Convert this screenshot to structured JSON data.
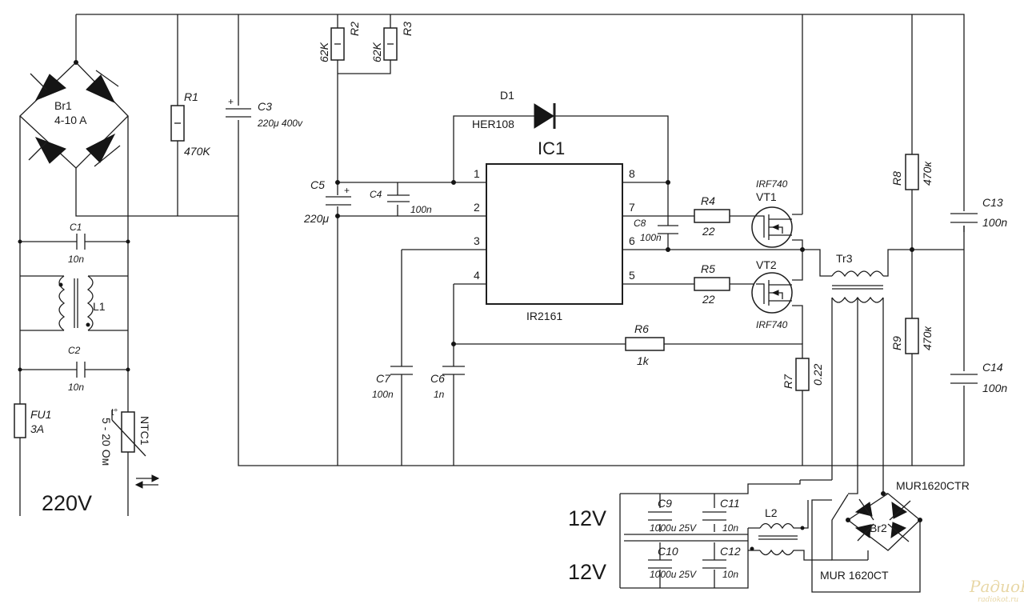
{
  "labels": {
    "br1": "Br1",
    "br1_rating": "4-10 A",
    "r1": "R1",
    "r1_value": "470K",
    "c3": "C3",
    "c3_value": "220μ 400v",
    "r2": "R2",
    "r2_value": "62K",
    "r3": "R3",
    "r3_value": "62K",
    "d1": "D1",
    "d1_part": "HER108",
    "ic1": "IC1",
    "ic1_part": "IR2161",
    "pin1": "1",
    "pin2": "2",
    "pin3": "3",
    "pin4": "4",
    "pin5": "5",
    "pin6": "6",
    "pin7": "7",
    "pin8": "8",
    "c5": "C5",
    "c5_value": "220μ",
    "c4": "C4",
    "c4_value": "100n",
    "c8": "C8",
    "c8_value": "100n",
    "r4": "R4",
    "r4_value": "22",
    "r5": "R5",
    "r5_value": "22",
    "vt1_part": "IRF740",
    "vt1": "VT1",
    "vt2": "VT2",
    "vt2_part": "IRF740",
    "r6": "R6",
    "r6_value": "1k",
    "r7": "R7",
    "r7_value": "0.22",
    "c7": "C7",
    "c7_value": "100n",
    "c6": "C6",
    "c6_value": "1n",
    "tr3": "Tr3",
    "r8": "R8",
    "r8_value": "470к",
    "r9": "R9",
    "r9_value": "470к",
    "c13": "C13",
    "c13_value": "100n",
    "c14": "C14",
    "c14_value": "100n",
    "c1": "C1",
    "c1_value": "10n",
    "l1": "L1",
    "c2": "C2",
    "c2_value": "10n",
    "fu1": "FU1",
    "fu1_value": "3A",
    "ntc1": "NTC1",
    "ntc1_value": "5 - 20 Ом",
    "mains": "220V",
    "out_top": "12V",
    "out_bottom": "12V",
    "c9": "C9",
    "c9_value": "1000u 25V",
    "c10": "C10",
    "c10_value": "1000u 25V",
    "c11": "C11",
    "c11_value": "10n",
    "c12": "C12",
    "c12_value": "10n",
    "l2": "L2",
    "br2": "Br2",
    "br2_top_part": "MUR1620CTR",
    "br2_bottom_part": "MUR 1620CT",
    "watermark_main": "РадиоКОТ",
    "watermark_url": "radiokot.ru"
  }
}
